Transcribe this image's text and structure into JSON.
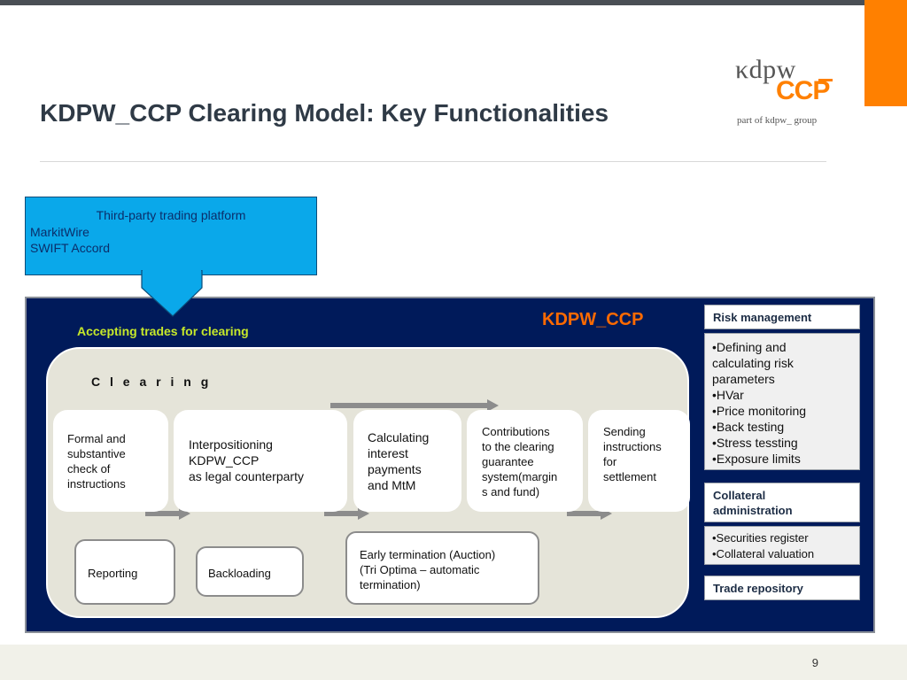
{
  "slide": {
    "title": "KDPW_CCP Clearing Model: Key Functionalities",
    "page_number": "9"
  },
  "logo": {
    "kdpw": "κdpw",
    "ccp": "CCP",
    "part_of": "part of kdpw_ group"
  },
  "colors": {
    "accent_orange": "#ff8000",
    "panel_navy": "#001a5a",
    "platform_blue": "#0aa8ea",
    "accent_green": "#c6e82a"
  },
  "platform": {
    "header": "Third-party trading platform",
    "items": [
      "MarkitWire",
      "SWIFT Accord"
    ]
  },
  "diagram": {
    "accepting_label": "Accepting trades for clearing",
    "ccp_label": "KDPW_CCP",
    "clearing_label": "C l e a r i n g",
    "steps": [
      {
        "lines": [
          "Formal and",
          "substantive",
          "check of",
          "instructions"
        ]
      },
      {
        "lines": [
          "Interpositioning",
          "KDPW_CCP",
          "as legal counterparty"
        ]
      },
      {
        "lines": [
          "Calculating",
          "interest",
          "payments",
          "and MtM"
        ]
      },
      {
        "lines": [
          "Contributions",
          "to the clearing",
          "guarantee",
          "system(margin",
          "s and fund)"
        ]
      },
      {
        "lines": [
          "Sending",
          "instructions",
          "for",
          "settlement"
        ]
      }
    ],
    "reporting": "Reporting",
    "backloading": "Backloading",
    "early_termination": [
      "Early termination (Auction)",
      "(Tri Optima – automatic",
      "termination)"
    ]
  },
  "side": {
    "risk_title": "Risk management",
    "risk_items": [
      "•Defining and",
      "calculating risk",
      "parameters",
      "•HVar",
      "•Price monitoring",
      "•Back testing",
      "•Stress tessting",
      "•Exposure limits"
    ],
    "collateral_title_lines": [
      "Collateral",
      "administration"
    ],
    "collateral_items": [
      "•Securities register",
      "•Collateral valuation"
    ],
    "trade_repo_title": "Trade repository"
  }
}
